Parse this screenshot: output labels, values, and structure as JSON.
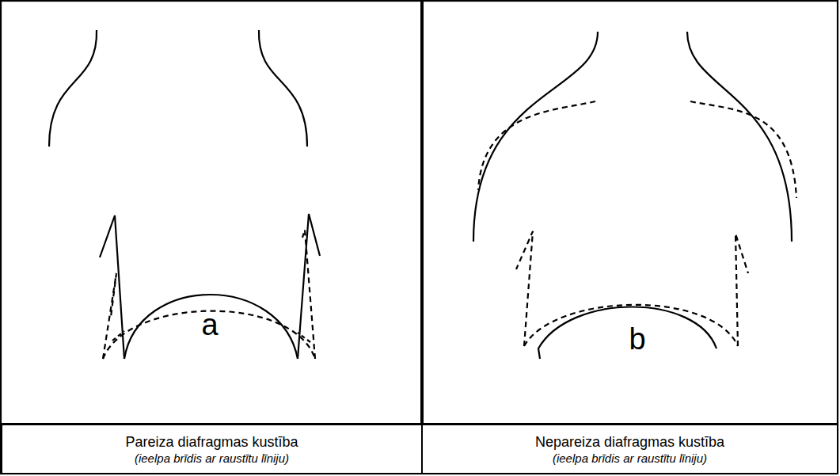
{
  "diagram": {
    "nodes": [
      {
        "text": [
          "Pareiza diafragmas kustība",
          "(ieelpa brīdis ar raustītu līniju)"
        ]
      },
      {
        "text": [
          "Nepareiza diafragmas kustība",
          "(ieelpa brīdis ar raustītu līniju)"
        ]
      }
    ],
    "labels": [
      "a",
      "b"
    ]
  }
}
